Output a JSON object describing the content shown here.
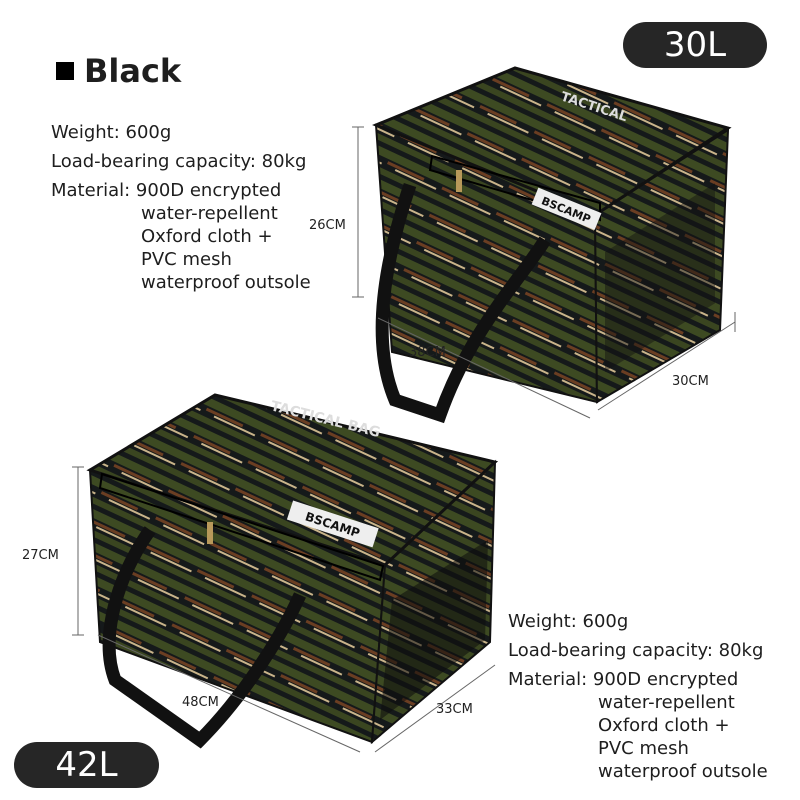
{
  "color_label": "Black",
  "products": [
    {
      "capacity": "30L",
      "brand_print": "BSCAMP",
      "top_print": "TACTICAL",
      "dimensions": {
        "height": "26CM",
        "length": "38CM",
        "width": "30CM"
      },
      "specs": {
        "weight": "Weight: 600g",
        "load": "Load-bearing capacity: 80kg",
        "material_lines": [
          "Material: 900D encrypted",
          "water-repellent",
          "Oxford cloth +",
          "PVC mesh",
          "waterproof outsole"
        ]
      }
    },
    {
      "capacity": "42L",
      "brand_print": "BSCAMP",
      "top_print": "TACTICAL BAG",
      "dimensions": {
        "height": "27CM",
        "length": "48CM",
        "width": "33CM"
      },
      "specs": {
        "weight": "Weight: 600g",
        "load": "Load-bearing capacity: 80kg",
        "material_lines": [
          "Material: 900D encrypted",
          "water-repellent",
          "Oxford cloth +",
          "PVC mesh",
          "waterproof outsole"
        ]
      }
    }
  ],
  "colors": {
    "pill": "#262626",
    "camo_dark": "#15191a",
    "camo_olive": "#3d4a22",
    "camo_brown": "#6b3e22",
    "camo_tan": "#c9b48a"
  }
}
